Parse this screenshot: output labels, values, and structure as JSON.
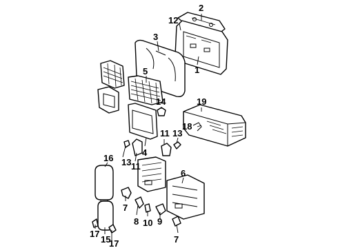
{
  "callouts": {
    "c1": "1",
    "c2": "2",
    "c3": "3",
    "c4": "4",
    "c5": "5",
    "c6": "6",
    "c7a": "7",
    "c7b": "7",
    "c8": "8",
    "c9": "9",
    "c10": "10",
    "c11a": "11",
    "c11b": "11",
    "c12": "12",
    "c13a": "13",
    "c13b": "13",
    "c14": "14",
    "c15": "15",
    "c16": "16",
    "c17a": "17",
    "c17b": "17",
    "c18": "18",
    "c19": "19"
  }
}
